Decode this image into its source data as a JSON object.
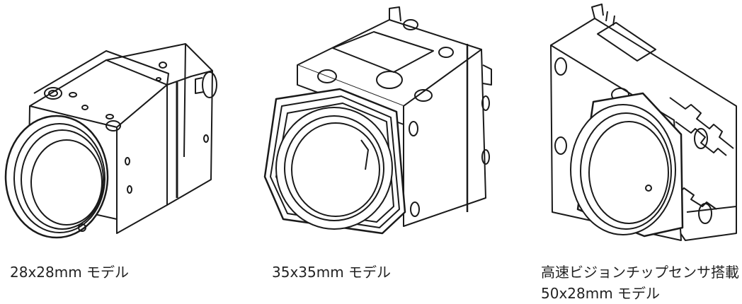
{
  "products": [
    {
      "caption_lines": [
        "28x28mm モデル"
      ],
      "image": "camera-28x28-drawing"
    },
    {
      "caption_lines": [
        "35x35mm モデル"
      ],
      "image": "camera-35x35-drawing"
    },
    {
      "caption_lines": [
        "高速ビジョンチップセンサ搭載",
        "50x28mm モデル"
      ],
      "image": "camera-50x28-drawing"
    }
  ]
}
